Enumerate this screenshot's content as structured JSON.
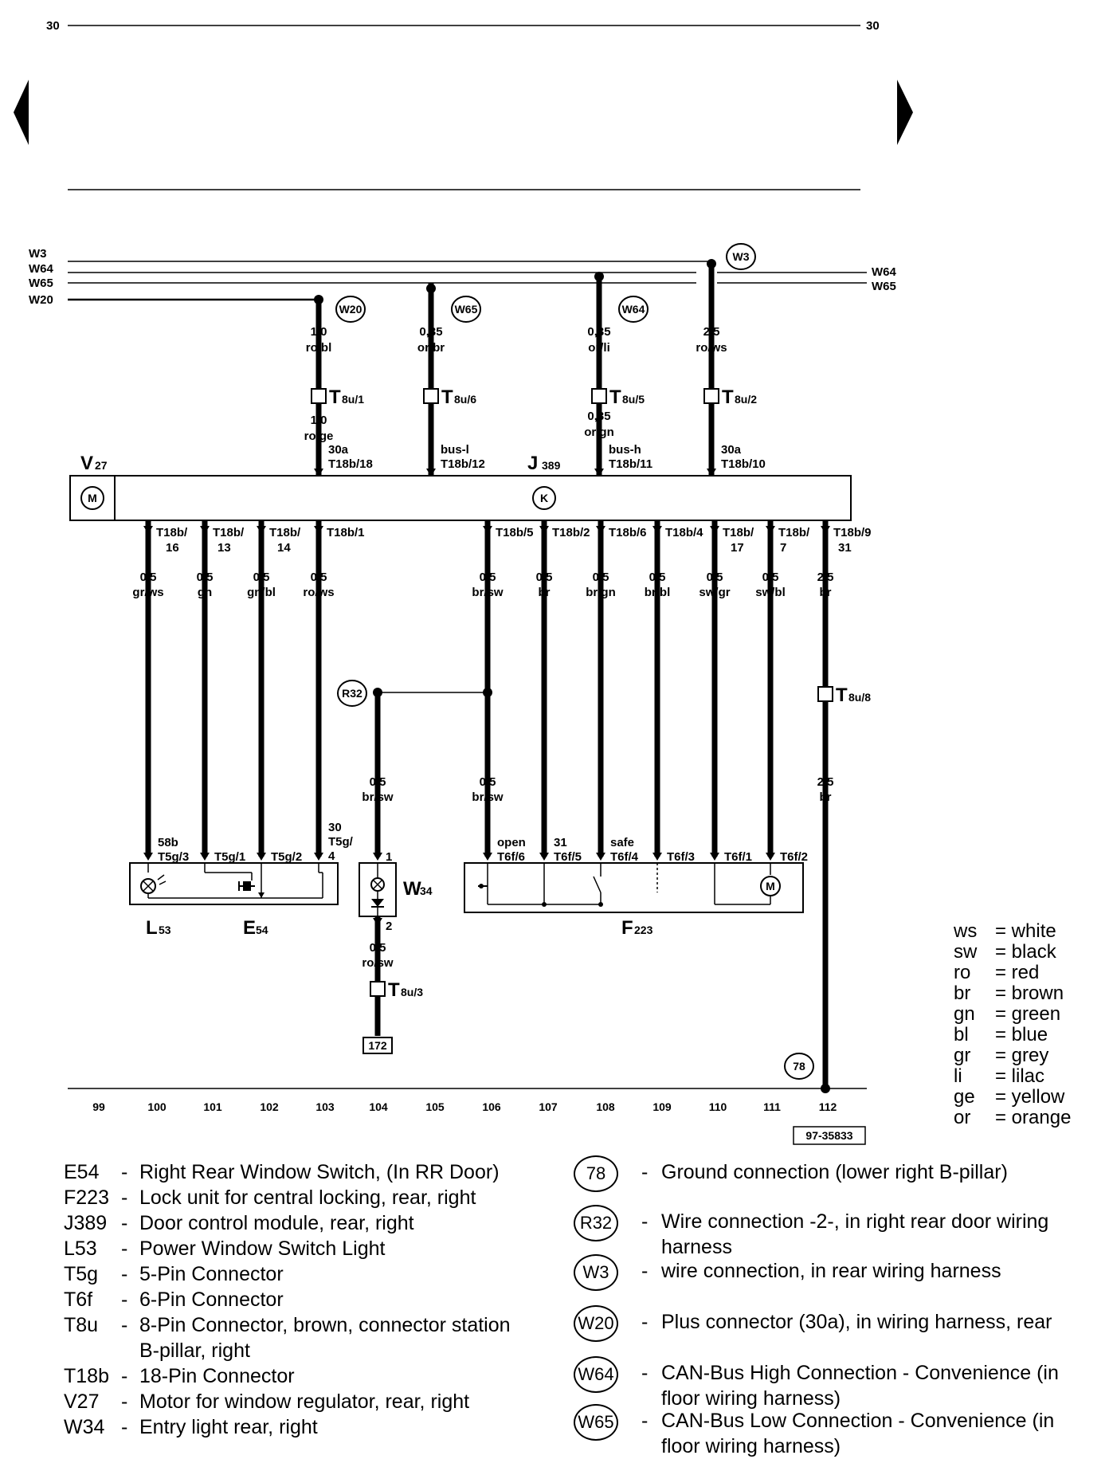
{
  "page": {
    "number_left": "30",
    "number_right": "30",
    "nav_prev": "previous-page",
    "nav_next": "next-page",
    "doc_id": "97-35833"
  },
  "buses": {
    "left": [
      "W3",
      "W64",
      "W65",
      "W20"
    ],
    "right": [
      "W64",
      "W65"
    ]
  },
  "top_wires": [
    {
      "ground": "W20",
      "gauge": "1,0",
      "color": "ro/bl",
      "connector": "T",
      "connector_sub": "8u/1",
      "gauge2": "1,0",
      "color2": "ro/ge",
      "term": "30a",
      "pin": "T18b/18"
    },
    {
      "ground": "W65",
      "gauge": "0,35",
      "color": "or/br",
      "connector": "T",
      "connector_sub": "8u/6",
      "term": "bus-l",
      "pin": "T18b/12"
    },
    {
      "ground": "W64",
      "gauge": "0,35",
      "color": "or/li",
      "connector": "T",
      "connector_sub": "8u/5",
      "gauge2": "0,35",
      "color2": "or/gn",
      "term": "bus-h",
      "pin": "T18b/11"
    },
    {
      "ground": "W3",
      "gauge": "2,5",
      "color": "ro/ws",
      "connector": "T",
      "connector_sub": "8u/2",
      "term": "30a",
      "pin": "T18b/10"
    }
  ],
  "modules": {
    "v27": {
      "label": "V",
      "sub": "27",
      "symbol": "M"
    },
    "j389": {
      "label": "J",
      "sub": "389",
      "symbol": "K"
    }
  },
  "bottom_wires": [
    {
      "pin_a": "T18b/",
      "pin_b": "16",
      "gauge": "0,5",
      "color": "gr/ws",
      "term": "58b",
      "pin_end": "T5g/3"
    },
    {
      "pin_a": "T18b/",
      "pin_b": "13",
      "gauge": "0,5",
      "color": "gn",
      "term": "",
      "pin_end": "T5g/1"
    },
    {
      "pin_a": "T18b/",
      "pin_b": "14",
      "gauge": "0,5",
      "color": "gn/bl",
      "term": "",
      "pin_end": "T5g/2"
    },
    {
      "pin_a": "T18b/1",
      "pin_b": "",
      "gauge": "0,5",
      "color": "ro/ws",
      "term": "30",
      "pin_end": "T5g/",
      "pin_end_b": "4"
    },
    {
      "pin_a": "T18b/5",
      "pin_b": "",
      "gauge": "0,5",
      "color": "br/sw",
      "gauge2": "0,5",
      "color2": "br/sw",
      "term": "open",
      "pin_end": "T6f/6"
    },
    {
      "pin_a": "T18b/2",
      "pin_b": "",
      "gauge": "0,5",
      "color": "br",
      "term": "31",
      "pin_end": "T6f/5"
    },
    {
      "pin_a": "T18b/6",
      "pin_b": "",
      "gauge": "0,5",
      "color": "br/gn",
      "term": "safe",
      "pin_end": "T6f/4"
    },
    {
      "pin_a": "T18b/4",
      "pin_b": "",
      "gauge": "0,5",
      "color": "br/bl",
      "term": "",
      "pin_end": "T6f/3"
    },
    {
      "pin_a": "T18b/",
      "pin_b": "17",
      "gauge": "0,5",
      "color": "sw/gr",
      "term": "",
      "pin_end": "T6f/1"
    },
    {
      "pin_a": "T18b/",
      "pin_b": "7",
      "gauge": "0,5",
      "color": "sw/bl",
      "term": "",
      "pin_end": "T6f/2"
    },
    {
      "pin_a": "T18b/9",
      "pin_b": "31",
      "gauge": "2,5",
      "color": "br",
      "connector": "T",
      "connector_sub": "8u/8",
      "gauge2": "2,5",
      "color2": "br"
    }
  ],
  "w34_branch": {
    "node": "R32",
    "gauge": "0,5",
    "color": "br/sw",
    "pin_top": "1",
    "pin_bottom": "2",
    "gauge2": "0,5",
    "color2": "ro/sw",
    "connector": "T",
    "connector_sub": "8u/3",
    "ref": "172"
  },
  "components": {
    "l53": {
      "label": "L",
      "sub": "53"
    },
    "e54": {
      "label": "E",
      "sub": "54"
    },
    "w34": {
      "label": "W",
      "sub": "34"
    },
    "f223": {
      "label": "F",
      "sub": "223"
    },
    "ground78": "78"
  },
  "x_axis": [
    "99",
    "100",
    "101",
    "102",
    "103",
    "104",
    "105",
    "106",
    "107",
    "108",
    "109",
    "110",
    "111",
    "112"
  ],
  "color_key": [
    {
      "code": "ws",
      "name": "= white"
    },
    {
      "code": "sw",
      "name": "= black"
    },
    {
      "code": "ro",
      "name": "= red"
    },
    {
      "code": "br",
      "name": "= brown"
    },
    {
      "code": "gn",
      "name": "= green"
    },
    {
      "code": "bl",
      "name": "= blue"
    },
    {
      "code": "gr",
      "name": "= grey"
    },
    {
      "code": "li",
      "name": "= lilac"
    },
    {
      "code": "ge",
      "name": "= yellow"
    },
    {
      "code": "or",
      "name": "= orange"
    }
  ],
  "legend_left": [
    {
      "code": "E54",
      "dash": "-",
      "desc": "Right Rear Window Switch, (In RR Door)"
    },
    {
      "code": "F223",
      "dash": "-",
      "desc": "Lock unit for central locking, rear, right"
    },
    {
      "code": "J389",
      "dash": "-",
      "desc": "Door control module, rear, right"
    },
    {
      "code": "L53",
      "dash": "-",
      "desc": "Power Window Switch Light"
    },
    {
      "code": "T5g",
      "dash": "-",
      "desc": "5-Pin Connector"
    },
    {
      "code": "T6f",
      "dash": "-",
      "desc": "6-Pin Connector"
    },
    {
      "code": "T8u",
      "dash": "-",
      "desc": "8-Pin Connector, brown, connector station B-pillar, right"
    },
    {
      "code": "T18b",
      "dash": "-",
      "desc": "18-Pin Connector"
    },
    {
      "code": "V27",
      "dash": "-",
      "desc": "Motor for window regulator, rear, right"
    },
    {
      "code": "W34",
      "dash": "-",
      "desc": "Entry light rear, right"
    }
  ],
  "legend_right": [
    {
      "code": "78",
      "dash": "-",
      "desc": "Ground connection (lower right B-pillar)"
    },
    {
      "code": "R32",
      "dash": "-",
      "desc": "Wire connection -2-, in right rear door wiring harness"
    },
    {
      "code": "W3",
      "dash": "-",
      "desc": "wire connection, in rear wiring harness"
    },
    {
      "code": "W20",
      "dash": "-",
      "desc": "Plus connector (30a), in wiring harness, rear"
    },
    {
      "code": "W64",
      "dash": "-",
      "desc": "CAN-Bus High Connection - Convenience (in floor wiring harness)"
    },
    {
      "code": "W65",
      "dash": "-",
      "desc": "CAN-Bus Low Connection - Convenience (in floor wiring harness)"
    }
  ]
}
